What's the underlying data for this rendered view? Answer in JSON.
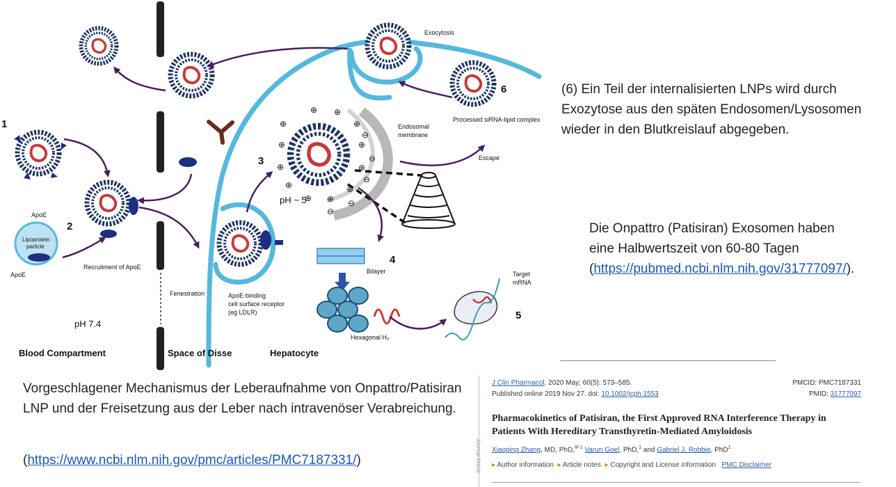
{
  "diagram": {
    "labels": {
      "step1": "1",
      "step2": "2",
      "step3": "3",
      "step4": "4",
      "step5": "5",
      "step6": "6",
      "exocytosis": "Exocytosis",
      "processed": "Processed siRNA-lipid complex",
      "endosomal_membrane_1": "Endosomal",
      "endosomal_membrane_2": "membrane",
      "escape": "Escape",
      "apoe": "ApoE",
      "apoe_bottom": "ApoE",
      "lipoprotein_1": "Lipoprotein",
      "lipoprotein_2": "particle",
      "recruitment": "Recruitment of ApoE",
      "fenestration": "Fenestration",
      "receptor_1": "ApoE-binding",
      "receptor_2": "cell surface receptor",
      "receptor_3": "(eg LDLR)",
      "ph5": "pH ~ 5",
      "ph74": "pH 7.4",
      "bilayer": "Bilayer",
      "hexagonal": "Hexagonal H₂",
      "target_1": "Target",
      "target_2": "mRNA",
      "blood": "Blood Compartment",
      "disse": "Space of Disse",
      "hepatocyte": "Hepatocyte"
    },
    "colors": {
      "cell_membrane": "#56b8dd",
      "arrow": "#4a1f5c",
      "lnp_shell": "#1f3560",
      "lnp_core": "#c63a3a",
      "endosome": "#b8b8b8",
      "receptor": "#1c2f80",
      "antibody": "#6b2a22"
    }
  },
  "notes": {
    "exocytosis_note": "(6) Ein Teil der internalisierten LNPs wird durch Exozytose aus den späten Endosomen/Lysosomen wieder in den Blutkreislauf abgegeben.",
    "halflife_note": "Die Onpattro (Patisiran) Exosomen haben eine Halbwertszeit von 60-80 Tagen",
    "halflife_open": "(",
    "halflife_link": "https://pubmed.ncbi.nlm.nih.gov/31777097/",
    "halflife_close": ").",
    "mechanism_caption": "Vorgeschlagener Mechanismus der Leberaufnahme von Onpattro/Patisiran LNP und der Freisetzung aus der Leber nach intravenöser Verabreichung.",
    "mechanism_open": "(",
    "mechanism_link": "https://www.ncbi.nlm.nih.gov/pmc/articles/PMC7187331/",
    "mechanism_close": ")"
  },
  "citation": {
    "journal": "J Clin Pharmacol",
    "journal_info": ". 2020 May; 60(5): 573–585.",
    "published": "Published online 2019 Nov 27. doi: ",
    "doi": "10.1002/jcph.1553",
    "pmcid": "PMCID: PMC7187331",
    "pmid_label": "PMID: ",
    "pmid": "31777097",
    "title": "Pharmacokinetics of Patisiran, the First Approved RNA Interference Therapy in Patients With Hereditary Transthyretin-Mediated Amyloidosis",
    "author1": "Xiaoping Zhang",
    "author1_suffix": ", MD, PhD,",
    "author1_marks": "✉ 1",
    "author2": "Varun Goel",
    "author2_suffix": ", PhD,",
    "author2_marks": "1",
    "author3_prefix": " and ",
    "author3": "Gabriel J. Robbie",
    "author3_suffix": ", PhD",
    "author3_marks": "1",
    "side_label": "Journal Article",
    "tab1": "Author information",
    "tab2": "Article notes",
    "tab3": "Copyright and License information",
    "tab4": "PMC Disclaimer"
  }
}
